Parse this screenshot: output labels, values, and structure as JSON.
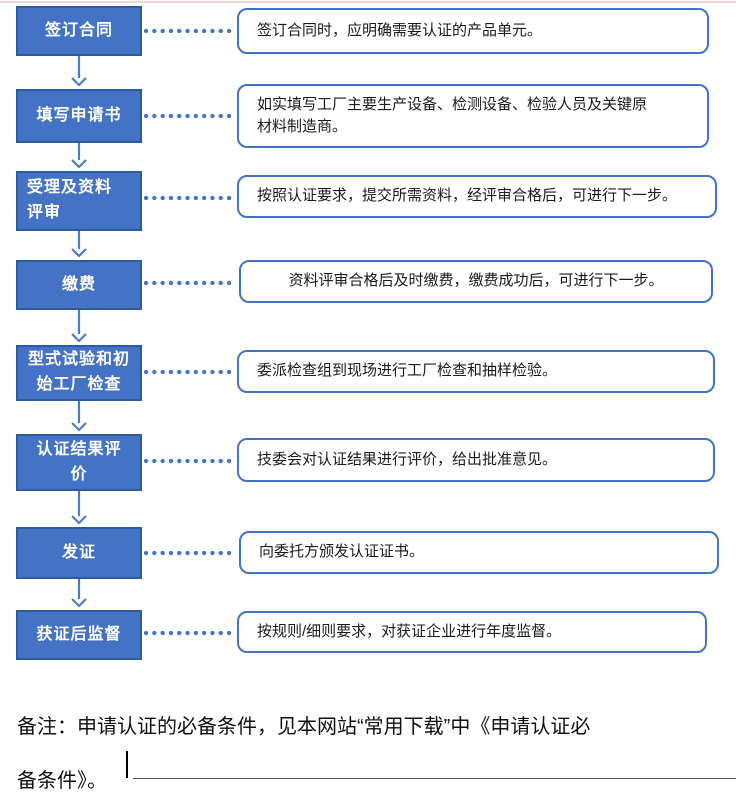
{
  "meta": {
    "background": "#ffffff",
    "box_fill": "#4472C4",
    "box_border": "#2E5B9F",
    "box_text_color": "#ffffff",
    "note_border": "#4472C4",
    "connector_color": "#4472C4",
    "top_divider_color": "#f3d8d8",
    "icons": {
      "down_arrow": "open-v-arrow",
      "dotted_connector": "round-dots"
    }
  },
  "flow": {
    "steps": [
      {
        "label": "签订合同",
        "note": "签订合同时，应明确需要认证的产品单元。"
      },
      {
        "label": "填写申请书",
        "note": "如实填写工厂主要生产设备、检测设备、检验人员及关键原\n材料制造商。"
      },
      {
        "label": "受理及资料\n评审",
        "note": "按照认证要求，提交所需资料，经评审合格后，可进行下一步。"
      },
      {
        "label": "缴费",
        "note": "资料评审合格后及时缴费，缴费成功后，可进行下一步。"
      },
      {
        "label": "型式试验和初\n始工厂检查",
        "note": "委派检查组到现场进行工厂检查和抽样检验。"
      },
      {
        "label": "认证结果评\n价",
        "note": "技委会对认证结果进行评价，给出批准意见。"
      },
      {
        "label": "发证",
        "note": "向委托方颁发认证证书。"
      },
      {
        "label": "获证后监督",
        "note": "按规则/细则要求，对获证企业进行年度监督。"
      }
    ]
  },
  "footer": {
    "remark": "备注：申请认证的必备条件，见本网站“常用下载”中《申请认证必\n备条件》。"
  }
}
